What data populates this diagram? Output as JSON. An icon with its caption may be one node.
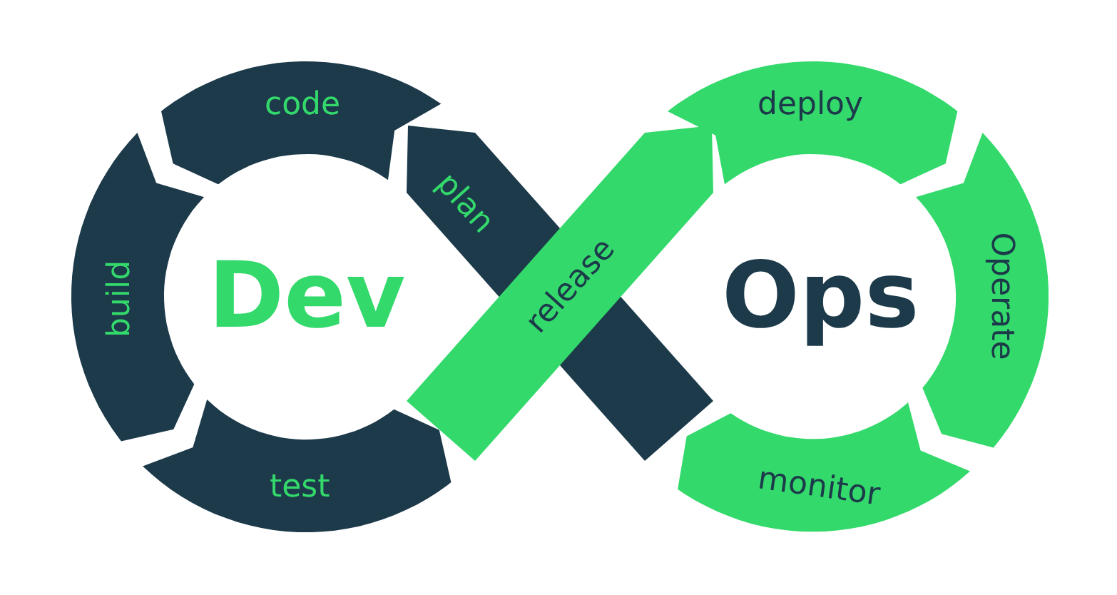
{
  "diagram": {
    "nodes": [
      {
        "text": [
          "plan"
        ]
      },
      {
        "text": [
          "code"
        ]
      },
      {
        "text": [
          "build"
        ]
      },
      {
        "text": [
          "test"
        ]
      },
      {
        "text": [
          "release"
        ]
      },
      {
        "text": [
          "deploy"
        ]
      },
      {
        "text": [
          "Operate"
        ]
      },
      {
        "text": [
          "monitor"
        ]
      }
    ],
    "labels": [
      "Dev",
      "Ops"
    ]
  }
}
